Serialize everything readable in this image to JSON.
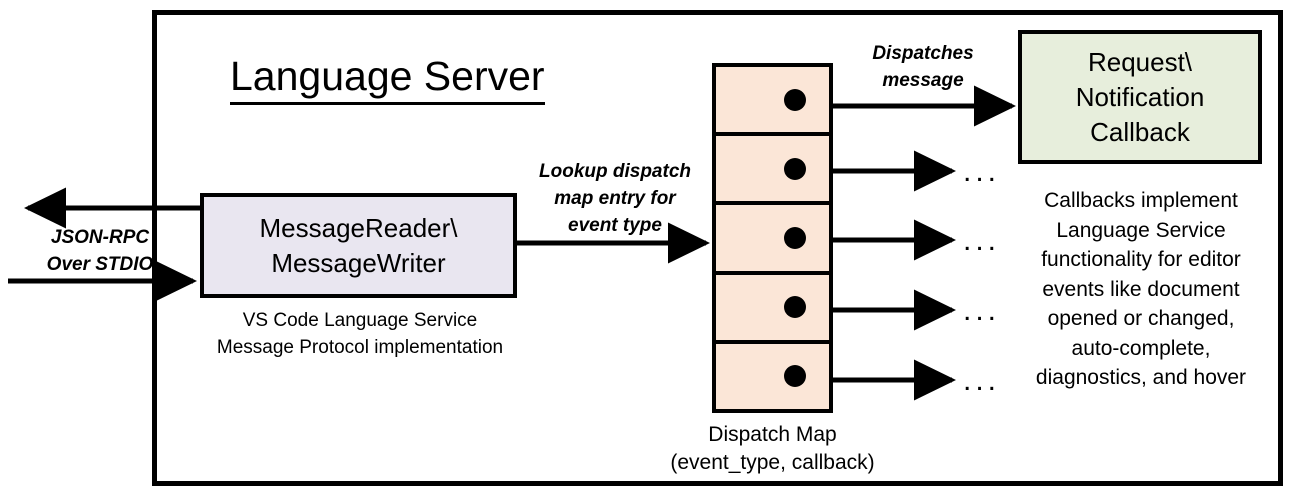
{
  "diagram": {
    "title": "Language Server",
    "colors": {
      "reader_box_fill": "#e9e6f0",
      "dispatch_map_fill": "#fbe6d7",
      "callback_box_fill": "#e7eedc",
      "stroke": "#000000",
      "background": "#ffffff"
    }
  },
  "external_io": {
    "label_line1": "JSON-RPC",
    "label_line2": "Over STDIO"
  },
  "reader": {
    "title_line1": "MessageReader\\",
    "title_line2": "MessageWriter",
    "caption_line1": "VS Code Language Service",
    "caption_line2": "Message Protocol implementation"
  },
  "lookup": {
    "line1": "Lookup dispatch",
    "line2": "map entry for",
    "line3": "event type"
  },
  "dispatch": {
    "arrow_label_line1": "Dispatches",
    "arrow_label_line2": "message",
    "caption_line1": "Dispatch Map",
    "caption_line2": "(event_type, callback)",
    "rows": [
      {
        "id": "row-1",
        "has_dot": true,
        "target": "callback-box"
      },
      {
        "id": "row-2",
        "has_dot": true,
        "target": "ellipsis"
      },
      {
        "id": "row-3",
        "has_dot": true,
        "target": "ellipsis"
      },
      {
        "id": "row-4",
        "has_dot": true,
        "target": "ellipsis"
      },
      {
        "id": "row-5",
        "has_dot": true,
        "target": "ellipsis"
      }
    ],
    "ellipsis": "..."
  },
  "callback": {
    "title_line1": "Request\\",
    "title_line2": "Notification",
    "title_line3": "Callback",
    "caption_line1": "Callbacks implement",
    "caption_line2": "Language Service",
    "caption_line3": "functionality for editor",
    "caption_line4": "events like document",
    "caption_line5": "opened or changed,",
    "caption_line6": "auto-complete,",
    "caption_line7": "diagnostics, and hover"
  }
}
